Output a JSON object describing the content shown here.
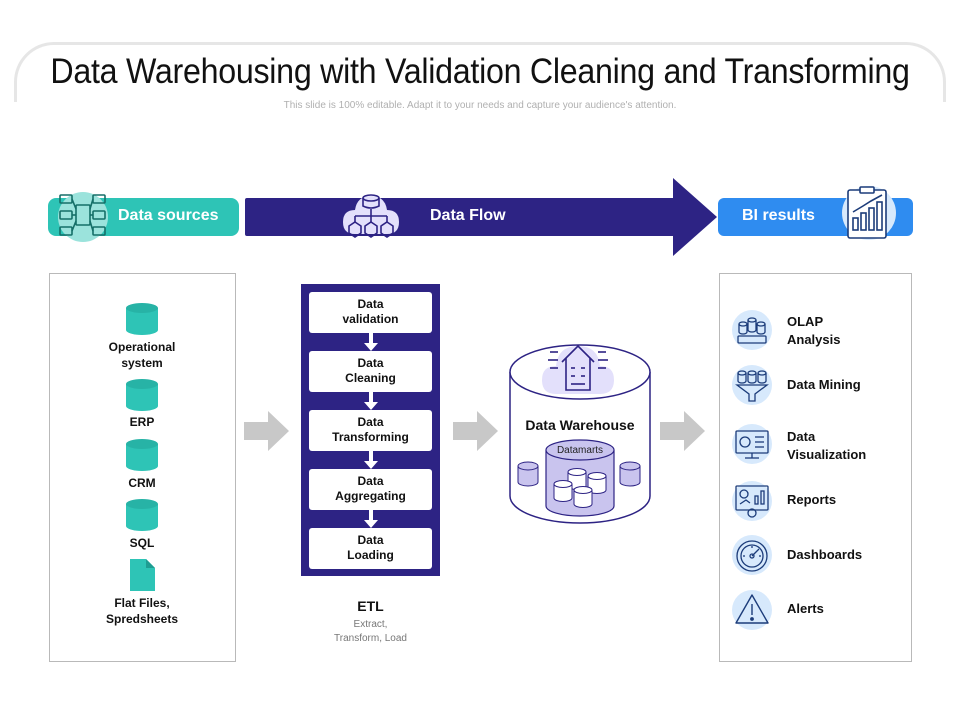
{
  "title": "Data Warehousing with Validation Cleaning and Transforming",
  "subtitle": "This slide is 100% editable. Adapt it to your needs and capture your audience's attention.",
  "header": {
    "sources_label": "Data sources",
    "flow_label": "Data Flow",
    "results_label": "BI results"
  },
  "sources": {
    "items": [
      {
        "label": "Operational system",
        "icon": "database-icon"
      },
      {
        "label": "ERP",
        "icon": "database-icon"
      },
      {
        "label": "CRM",
        "icon": "database-icon"
      },
      {
        "label": "SQL",
        "icon": "database-icon"
      },
      {
        "label": "Flat Files, Spredsheets",
        "icon": "file-icon"
      }
    ]
  },
  "etl": {
    "steps": [
      {
        "line1": "Data",
        "line2": "validation"
      },
      {
        "line1": "Data",
        "line2": "Cleaning"
      },
      {
        "line1": "Data",
        "line2": "Transforming"
      },
      {
        "line1": "Data",
        "line2": "Aggregating"
      },
      {
        "line1": "Data",
        "line2": "Loading"
      }
    ],
    "title": "ETL",
    "sub_line1": "Extract,",
    "sub_line2": "Transform,  Load"
  },
  "warehouse": {
    "label": "Data Warehouse",
    "datamarts_label": "Datamarts"
  },
  "results": {
    "items": [
      {
        "line1": "OLAP",
        "line2": "Analysis",
        "icon": "olap-icon"
      },
      {
        "line1": "Data Mining",
        "line2": "",
        "icon": "data-mining-icon"
      },
      {
        "line1": "Data",
        "line2": "Visualization",
        "icon": "data-visualization-icon"
      },
      {
        "line1": "Reports",
        "line2": "",
        "icon": "reports-icon"
      },
      {
        "line1": "Dashboards",
        "line2": "",
        "icon": "dashboard-gauge-icon"
      },
      {
        "line1": "Alerts",
        "line2": "",
        "icon": "alert-icon"
      }
    ]
  },
  "colors": {
    "teal": "#2ec4b6",
    "navy": "#2d2384",
    "blue": "#2f8cf0",
    "lavender": "#c9c4ee",
    "arrow_gray": "#c8c8c8"
  }
}
